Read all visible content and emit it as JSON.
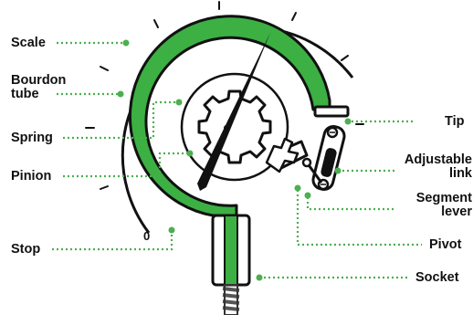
{
  "diagram": {
    "colors": {
      "outline": "#111111",
      "tube_fill": "#3cb043",
      "leader_dots": "#4caf50",
      "background": "#ffffff"
    },
    "scale_zero": "0",
    "labels": {
      "scale": "Scale",
      "bourdon_tube_line1": "Bourdon",
      "bourdon_tube_line2": "tube",
      "spring": "Spring",
      "pinion": "Pinion",
      "stop": "Stop",
      "tip": "Tip",
      "adjustable_link_line1": "Adjustable",
      "adjustable_link_line2": "link",
      "segment_lever_line1": "Segment",
      "segment_lever_line2": "lever",
      "pivot": "Pivot",
      "socket": "Socket"
    }
  }
}
